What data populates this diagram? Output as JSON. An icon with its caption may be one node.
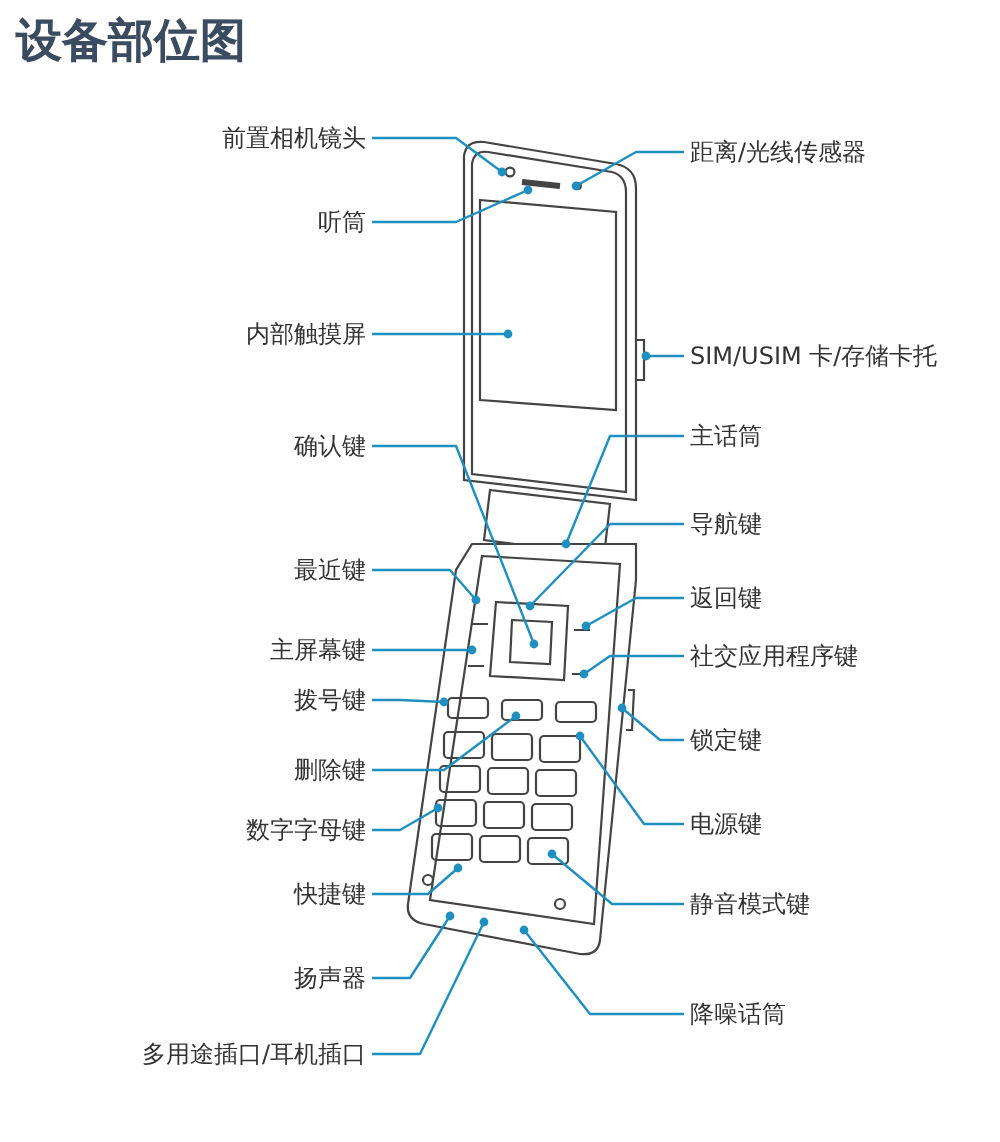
{
  "diagram": {
    "title": "设备部位图",
    "nodes": [
      {
        "text": [
          "前置相机镜头"
        ]
      },
      {
        "text": [
          "距离/光线传感器"
        ]
      },
      {
        "text": [
          "听筒"
        ]
      },
      {
        "text": [
          "内部触摸屏"
        ]
      },
      {
        "text": [
          "SIM/USIM 卡/存储卡托"
        ]
      },
      {
        "text": [
          "主话筒"
        ]
      },
      {
        "text": [
          "确认键"
        ]
      },
      {
        "text": [
          "导航键"
        ]
      },
      {
        "text": [
          "最近键"
        ]
      },
      {
        "text": [
          "返回键"
        ]
      },
      {
        "text": [
          "主屏幕键"
        ]
      },
      {
        "text": [
          "社交应用程序键"
        ]
      },
      {
        "text": [
          "拨号键"
        ]
      },
      {
        "text": [
          "锁定键"
        ]
      },
      {
        "text": [
          "删除键"
        ]
      },
      {
        "text": [
          "电源键"
        ]
      },
      {
        "text": [
          "数字字母键"
        ]
      },
      {
        "text": [
          "快捷键"
        ]
      },
      {
        "text": [
          "静音模式键"
        ]
      },
      {
        "text": [
          "扬声器"
        ]
      },
      {
        "text": [
          "降噪话筒"
        ]
      },
      {
        "text": [
          "多用途插口/耳机插口"
        ]
      }
    ],
    "edges": [
      {
        "from": 0,
        "to": null,
        "arrow": "other"
      },
      {
        "from": 1,
        "to": null,
        "arrow": "other"
      },
      {
        "from": 2,
        "to": null,
        "arrow": "other"
      },
      {
        "from": 3,
        "to": null,
        "arrow": "other"
      },
      {
        "from": 4,
        "to": null,
        "arrow": "other"
      },
      {
        "from": 5,
        "to": null,
        "arrow": "other"
      },
      {
        "from": 6,
        "to": null,
        "arrow": "other"
      },
      {
        "from": 7,
        "to": null,
        "arrow": "other"
      },
      {
        "from": 8,
        "to": null,
        "arrow": "other"
      },
      {
        "from": 9,
        "to": null,
        "arrow": "other"
      },
      {
        "from": 10,
        "to": null,
        "arrow": "other"
      },
      {
        "from": 11,
        "to": null,
        "arrow": "other"
      },
      {
        "from": 12,
        "to": null,
        "arrow": "other"
      },
      {
        "from": 13,
        "to": null,
        "arrow": "other"
      },
      {
        "from": 14,
        "to": null,
        "arrow": "other"
      },
      {
        "from": 15,
        "to": null,
        "arrow": "other"
      },
      {
        "from": 16,
        "to": null,
        "arrow": "other"
      },
      {
        "from": 17,
        "to": null,
        "arrow": "other"
      },
      {
        "from": 18,
        "to": null,
        "arrow": "other"
      },
      {
        "from": 19,
        "to": null,
        "arrow": "other"
      },
      {
        "from": 20,
        "to": null,
        "arrow": "other"
      },
      {
        "from": 21,
        "to": null,
        "arrow": "other"
      }
    ]
  }
}
